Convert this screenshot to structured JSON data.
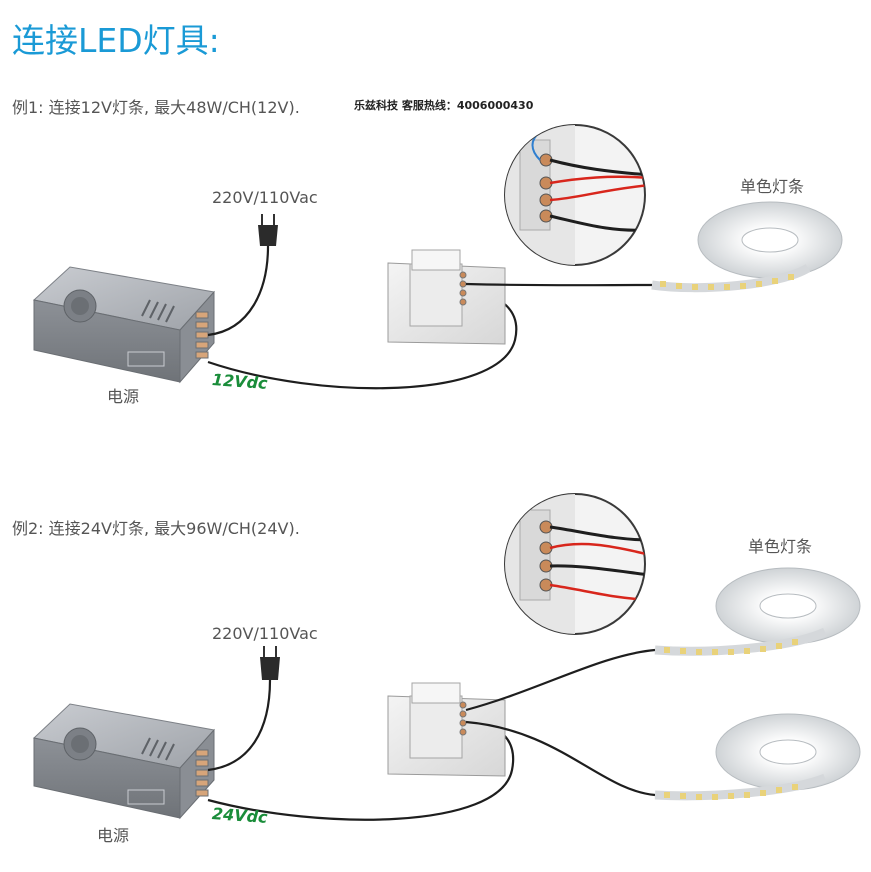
{
  "title": "连接LED灯具:",
  "hotline": "乐兹科技 客服热线：4006000430",
  "examples": [
    {
      "caption": "例1: 连接12V灯条, 最大48W/CH(12V).",
      "mains_label": "220V/110Vac",
      "psu_label": "电源",
      "dc_label": "12Vdc",
      "strip_labels": [
        "单色灯条"
      ]
    },
    {
      "caption": "例2: 连接24V灯条, 最大96W/CH(24V).",
      "mains_label": "220V/110Vac",
      "psu_label": "电源",
      "dc_label": "24Vdc",
      "strip_labels": [
        "单色灯条"
      ]
    }
  ],
  "colors": {
    "title": "#1a9ad6",
    "dc_label": "#1a8d3a",
    "wire": "#1e1e1e",
    "wire_red": "#d8261c",
    "housing": "#a9adb3"
  }
}
